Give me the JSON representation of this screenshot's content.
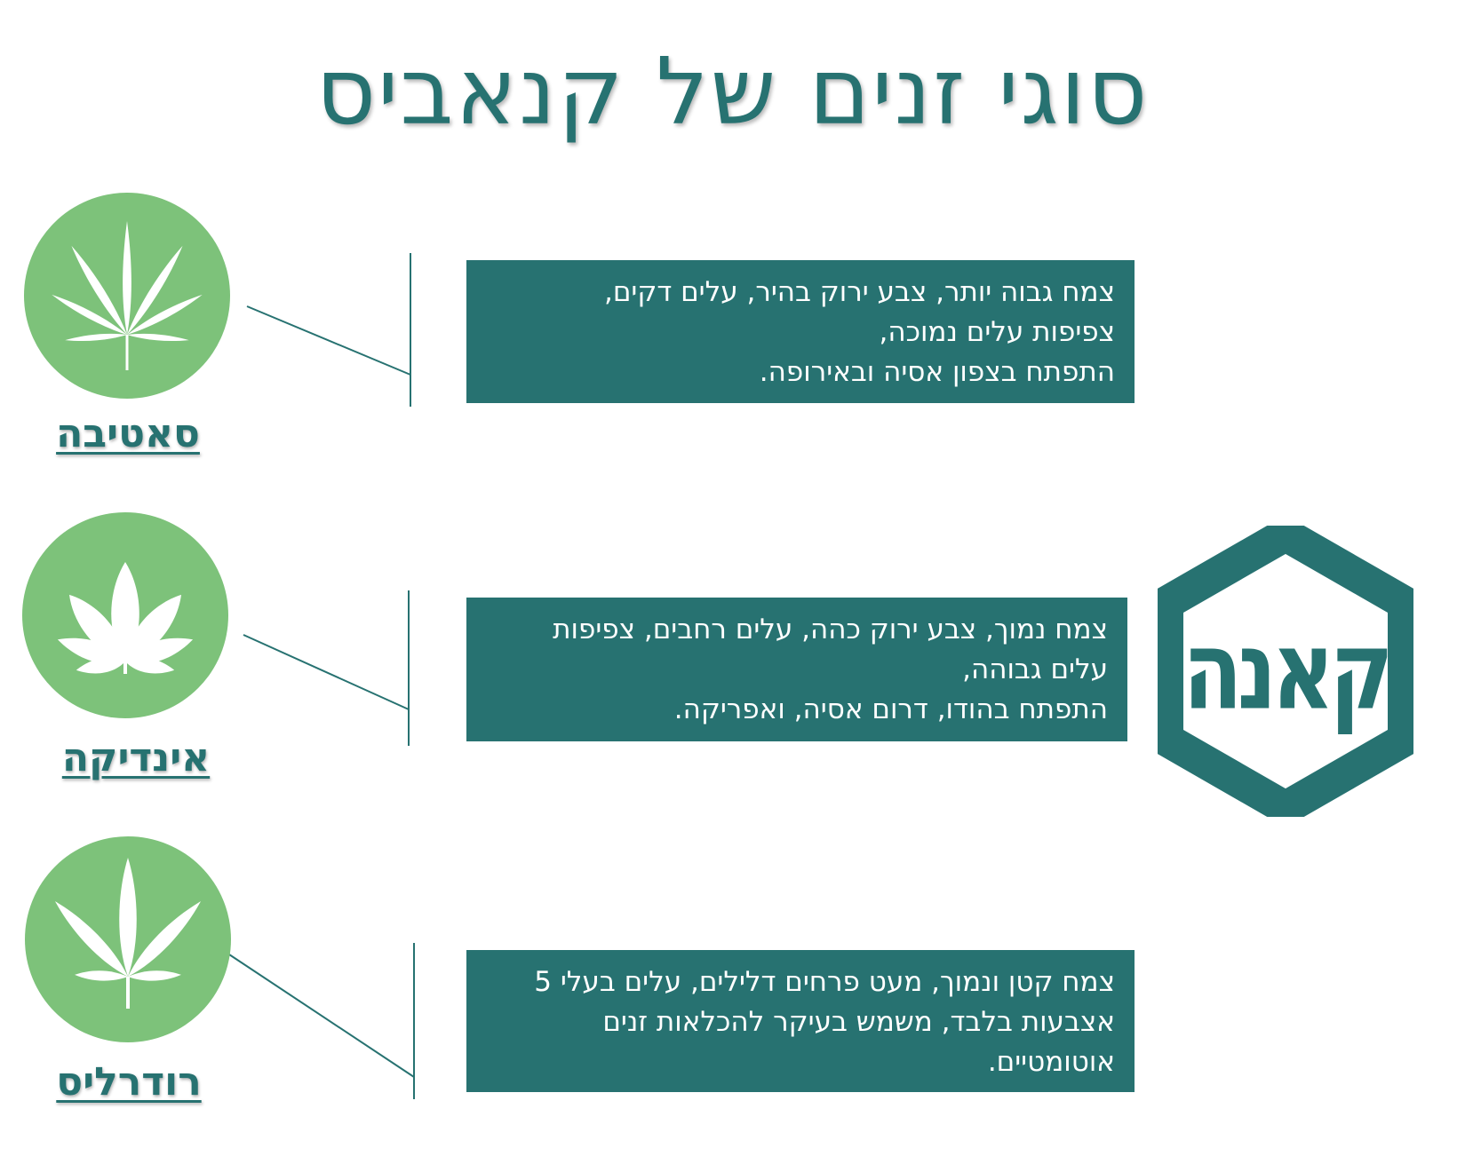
{
  "title": "סוגי זנים של קנאביס",
  "strains": [
    {
      "name": "סאטיבה",
      "leaf_icon": "sativa-leaf-icon",
      "description_lines": [
        "צמח גבוה יותר, צבע ירוק בהיר, עלים דקים,",
        "צפיפות עלים נמוכה,",
        "התפתח בצפון אסיה ובאירופה."
      ]
    },
    {
      "name": "אינדיקה",
      "leaf_icon": "indica-leaf-icon",
      "description_lines": [
        "צמח נמוך, צבע ירוק כהה, עלים רחבים, צפיפות",
        "עלים גבוהה,",
        "התפתח בהודו, דרום אסיה, ואפריקה."
      ]
    },
    {
      "name": "רודרליס",
      "leaf_icon": "ruderalis-leaf-icon",
      "description_lines": [
        "צמח קטן ונמוך, מעט פרחים דלילים, עלים בעלי 5",
        "אצבעות בלבד, משמש בעיקר להכלאות זנים",
        "אוטומטיים."
      ]
    }
  ],
  "logo": {
    "text": "קאנה",
    "icon": "hexagon-logo-icon"
  },
  "colors": {
    "teal": "#277271",
    "circle_green": "#7dc27a",
    "leaf_white": "#ffffff",
    "background": "#ffffff"
  }
}
